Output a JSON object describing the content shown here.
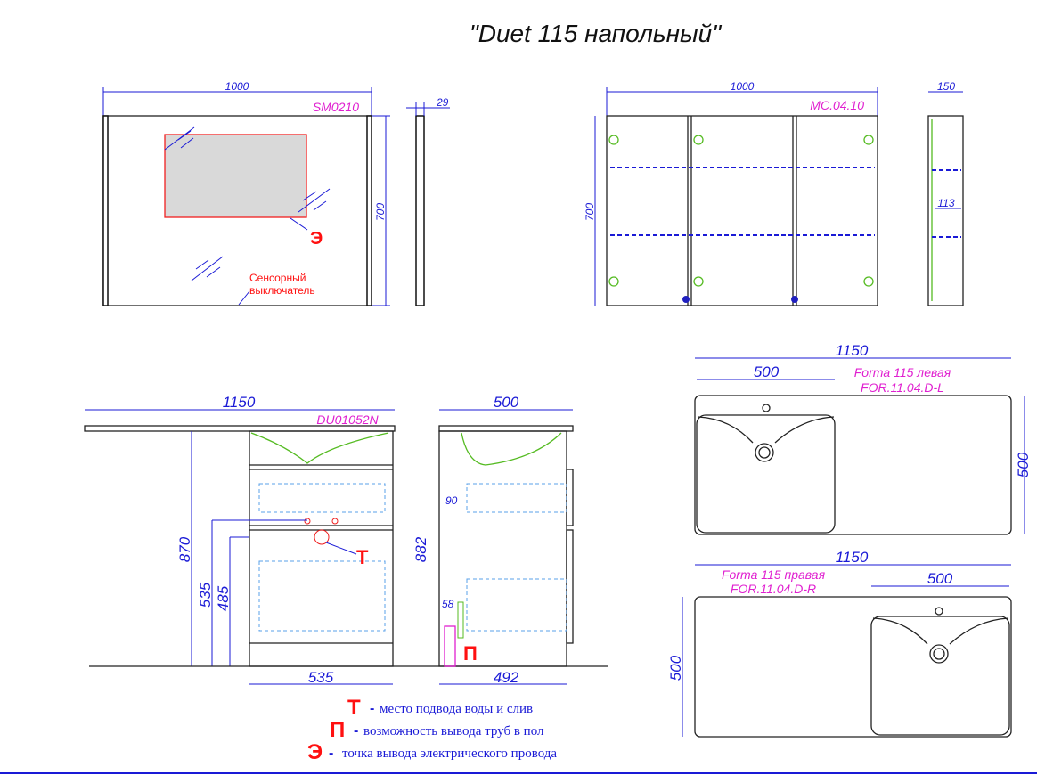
{
  "title": "\"Duet 115 напольный\"",
  "mirror": {
    "code": "SM0210",
    "width": "1000",
    "height": "700",
    "depth": "29",
    "marker": "Э",
    "switch_line1": "Сенсорный",
    "switch_line2": "выключатель"
  },
  "cabinet": {
    "code": "MC.04.10",
    "width": "1000",
    "height": "700",
    "depth": "150",
    "shelf": "113"
  },
  "vanity_front": {
    "code": "DU01052N",
    "top_width": "1150",
    "height_total": "870",
    "h535": "535",
    "h485": "485",
    "base_width": "535",
    "marker": "Т"
  },
  "vanity_side": {
    "depth": "500",
    "height": "882",
    "d90": "90",
    "d58": "58",
    "base_depth": "492",
    "marker": "П"
  },
  "top_left": {
    "name": "Forma 115 левая",
    "code": "FOR.11.04.D-L",
    "width": "1150",
    "basin": "500",
    "depth": "500"
  },
  "top_right": {
    "name": "Forma 115 правая",
    "code": "FOR.11.04.D-R",
    "width": "1150",
    "basin": "500",
    "depth": "500"
  },
  "legend": [
    {
      "symbol": "Т",
      "dash": "-",
      "text": "место подвода воды и слив"
    },
    {
      "symbol": "П",
      "dash": "-",
      "text": "возможность вывода труб в пол"
    },
    {
      "symbol": "Э",
      "dash": "-",
      "text": "точка вывода электрического провода"
    }
  ],
  "colors": {
    "dimension": "#1a1ad6",
    "code": "#e020d0",
    "marker": "#ff1010",
    "sink": "#55bb22"
  }
}
